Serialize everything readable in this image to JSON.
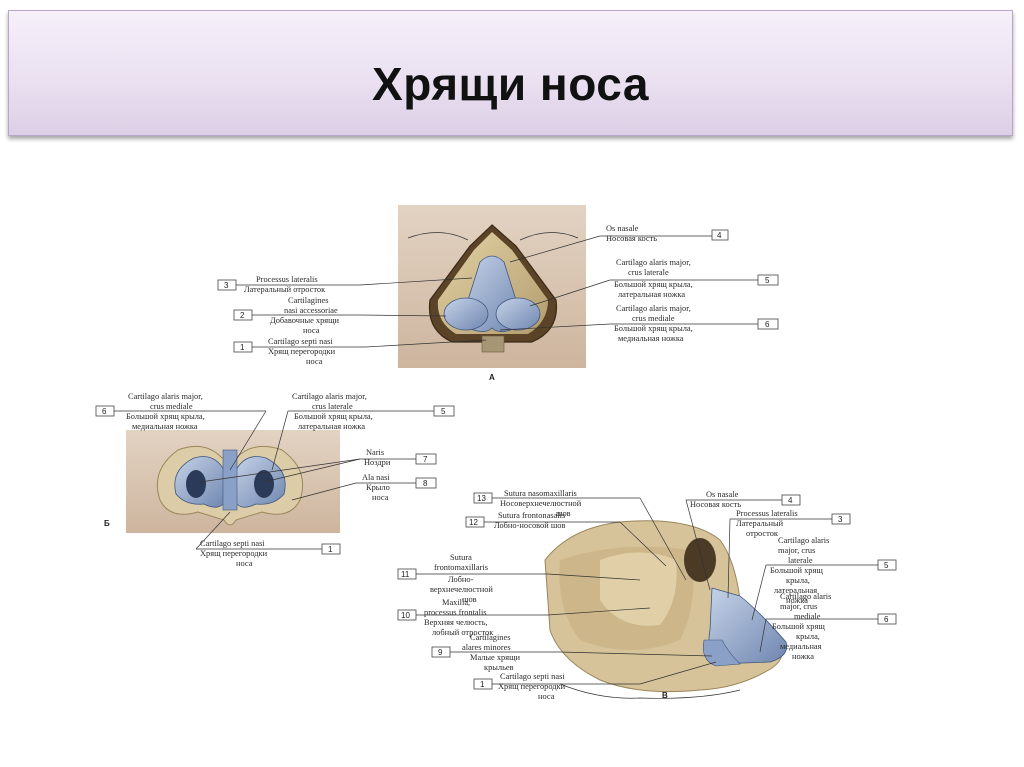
{
  "slide": {
    "title": "Хрящи носа"
  },
  "figure_a": {
    "letter": "А",
    "labels": [
      {
        "num": "4",
        "lines": [
          "Os nasale",
          "Носовая кость"
        ]
      },
      {
        "num": "5",
        "lines": [
          "Cartilago alaris major,",
          "crus laterale",
          "Большой хрящ крыла,",
          "латеральная ножка"
        ]
      },
      {
        "num": "6",
        "lines": [
          "Cartilago alaris major,",
          "crus mediale",
          "Большой хрящ крыла,",
          "медиальная ножка"
        ]
      },
      {
        "num": "3",
        "lines": [
          "Processus lateralis",
          "Латеральный отросток"
        ]
      },
      {
        "num": "2",
        "lines": [
          "Cartilagines",
          "nasi accessoriae",
          "Добавочные хрящи",
          "носа"
        ]
      },
      {
        "num": "1",
        "lines": [
          "Cartilago septi nasi",
          "Хрящ перегородки",
          "носа"
        ]
      }
    ]
  },
  "figure_b": {
    "letter": "Б",
    "labels": [
      {
        "num": "6",
        "lines": [
          "Cartilago alaris major,",
          "crus mediale",
          "Большой хрящ крыла,",
          "медиальная ножка"
        ]
      },
      {
        "num": "5",
        "lines": [
          "Cartilago alaris major,",
          "crus laterale",
          "Большой хрящ крыла,",
          "латеральная ножка"
        ]
      },
      {
        "num": "7",
        "lines": [
          "Naris",
          "Ноздри"
        ]
      },
      {
        "num": "8",
        "lines": [
          "Ala nasi",
          "Крыло",
          "носа"
        ]
      },
      {
        "num": "1",
        "lines": [
          "Cartilago septi nasi",
          "Хрящ перегородки",
          "носа"
        ]
      }
    ]
  },
  "figure_c": {
    "letter": "В",
    "labels": [
      {
        "num": "13",
        "lines": [
          "Sutura nasomaxillaris",
          "Носоверхнечелюстной",
          "шов"
        ]
      },
      {
        "num": "12",
        "lines": [
          "Sutura frontonasalis",
          "Лобно-носовой шов"
        ]
      },
      {
        "num": "11",
        "lines": [
          "Sutura",
          "frontomaxillaris",
          "Лобно-",
          "верхнечелюстной",
          "шов"
        ]
      },
      {
        "num": "10",
        "lines": [
          "Maxilla,",
          "processus frontalis",
          "Верхняя челюсть,",
          "лобный отросток"
        ]
      },
      {
        "num": "9",
        "lines": [
          "Cartilagines",
          "alares minores",
          "Малые хрящи",
          "крыльев"
        ]
      },
      {
        "num": "1",
        "lines": [
          "Cartilago septi nasi",
          "Хрящ перегородки",
          "носа"
        ]
      },
      {
        "num": "4",
        "lines": [
          "Os nasale",
          "Носовая кость"
        ]
      },
      {
        "num": "3",
        "lines": [
          "Processus lateralis",
          "Латеральный",
          "отросток"
        ]
      },
      {
        "num": "5",
        "lines": [
          "Cartilago alaris",
          "major, crus",
          "laterale",
          "Большой хрящ",
          "крыла,",
          "латеральная",
          "ножка"
        ]
      },
      {
        "num": "6",
        "lines": [
          "Cartilago alaris",
          "major, crus",
          "mediale",
          "Большой хрящ",
          "крыла,",
          "медиальная",
          "ножка"
        ]
      }
    ]
  }
}
